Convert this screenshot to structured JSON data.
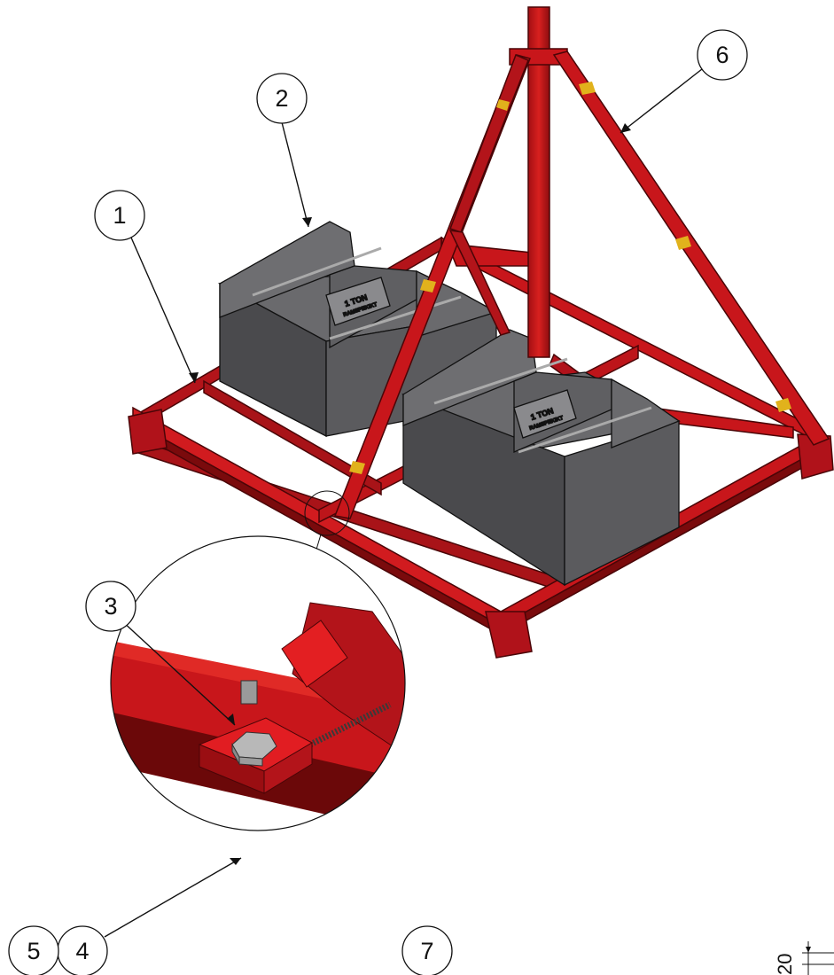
{
  "balloons": [
    "1",
    "2",
    "3",
    "4",
    "5",
    "6",
    "7"
  ],
  "ballast_block": {
    "line1": "1 TON",
    "line2": "RAMSPEKIKT"
  },
  "dimension_label": "20",
  "colors": {
    "frame": "#c8161b",
    "frame_dark": "#7a0a0c",
    "ballast": "#57575a",
    "ballast_dark": "#3d3d3f",
    "band": "#e1b21c",
    "outline": "#111111"
  }
}
